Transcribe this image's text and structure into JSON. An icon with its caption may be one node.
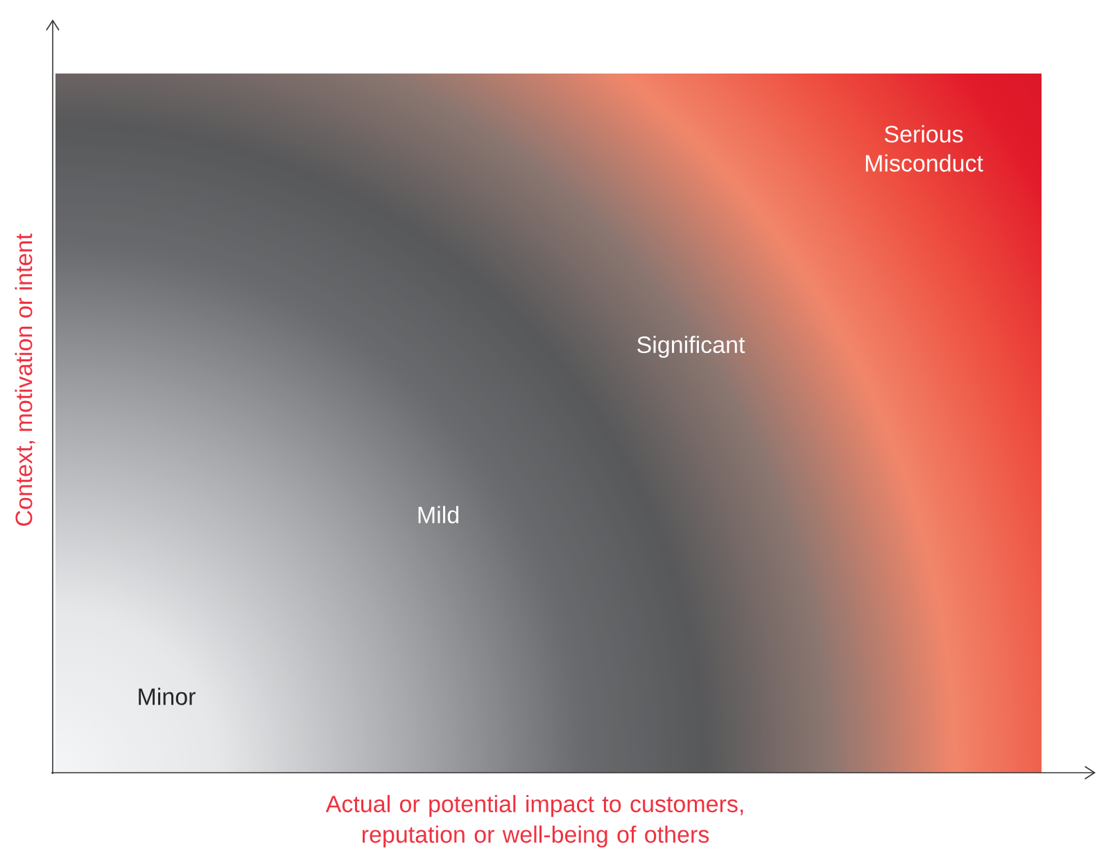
{
  "diagram": {
    "labels": [
      "Serious Misconduct",
      "Significant",
      "Mild",
      "Minor",
      "Context, motivation or intent",
      "Actual or potential impact to customers, reputation or well-being of others"
    ]
  }
}
